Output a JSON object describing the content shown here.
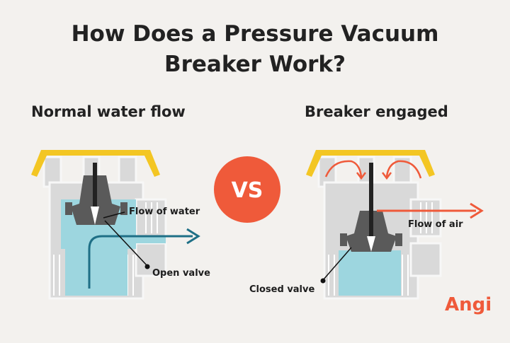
{
  "title": {
    "line1": "How Does a Pressure Vacuum",
    "line2": "Breaker Work?"
  },
  "left_panel": {
    "heading": "Normal water flow",
    "labels": {
      "flow": "Flow of water",
      "valve": "Open valve"
    }
  },
  "right_panel": {
    "heading": "Breaker engaged",
    "labels": {
      "flow": "Flow of air",
      "valve": "Closed valve"
    }
  },
  "vs_badge": "VS",
  "brand": "Angi",
  "colors": {
    "background": "#f3f1ee",
    "handle": "#f3c623",
    "body_gray": "#d8d8d8",
    "water": "#9dd6df",
    "valve": "#5a5a5a",
    "water_arrow": "#1e6f86",
    "air_arrow": "#ef5a3a",
    "vs_circle": "#ef5a3a"
  },
  "icons": [
    "water-flow-arrow",
    "air-flow-arrow",
    "vs-badge",
    "angi-logo"
  ]
}
